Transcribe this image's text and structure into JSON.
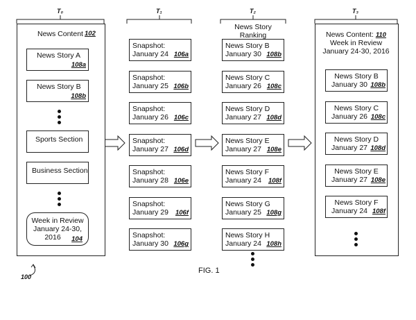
{
  "time_labels": {
    "t0": "T₀",
    "t1": "T₁",
    "t2": "T₂",
    "t3": "T₃"
  },
  "col0": {
    "title": "News Content",
    "title_ref": "102",
    "story_a": {
      "label": "News Story A",
      "ref": "108a"
    },
    "story_b": {
      "label": "News Story B",
      "ref": "108b"
    },
    "sports": "Sports Section",
    "business": "Business Section",
    "review": {
      "line1": "Week in Review",
      "line2": "January 24-30,",
      "line3": "2016",
      "ref": "104"
    }
  },
  "col1": {
    "snapshots": [
      {
        "line1": "Snapshot:",
        "line2": "January 24",
        "ref": "106a"
      },
      {
        "line1": "Snapshot:",
        "line2": "January 25",
        "ref": "106b"
      },
      {
        "line1": "Snapshot:",
        "line2": "January 26",
        "ref": "106c"
      },
      {
        "line1": "Snapshot:",
        "line2": "January 27",
        "ref": "106d"
      },
      {
        "line1": "Snapshot:",
        "line2": "January 28",
        "ref": "106e"
      },
      {
        "line1": "Snapshot:",
        "line2": "January 29",
        "ref": "106f"
      },
      {
        "line1": "Snapshot:",
        "line2": "January 30",
        "ref": "106g"
      }
    ]
  },
  "col2": {
    "title_line1": "News Story",
    "title_line2": "Ranking",
    "stories": [
      {
        "line1": "News Story B",
        "line2": "January 30",
        "ref": "108b"
      },
      {
        "line1": "News Story C",
        "line2": "January 26",
        "ref": "108c"
      },
      {
        "line1": "News Story D",
        "line2": "January 27",
        "ref": "108d"
      },
      {
        "line1": "News Story E",
        "line2": "January 27",
        "ref": "108e"
      },
      {
        "line1": "News Story F",
        "line2": "January 24",
        "ref": "108f"
      },
      {
        "line1": "News Story G",
        "line2": "January 25",
        "ref": "108g"
      },
      {
        "line1": "News Story H",
        "line2": "January 24",
        "ref": "108h"
      }
    ]
  },
  "col3": {
    "title_line1": "News Content:",
    "title_ref": "110",
    "title_line2": "Week in Review",
    "title_line3": "January 24-30, 2016",
    "stories": [
      {
        "line1": "News Story B",
        "line2": "January 30",
        "ref": "108b"
      },
      {
        "line1": "News Story C",
        "line2": "January 26",
        "ref": "108c"
      },
      {
        "line1": "News Story D",
        "line2": "January 27",
        "ref": "108d"
      },
      {
        "line1": "News Story E",
        "line2": "January 27",
        "ref": "108e"
      },
      {
        "line1": "News Story F",
        "line2": "January 24",
        "ref": "108f"
      }
    ]
  },
  "fig_label": "FIG. 1",
  "figure_ref": "100"
}
